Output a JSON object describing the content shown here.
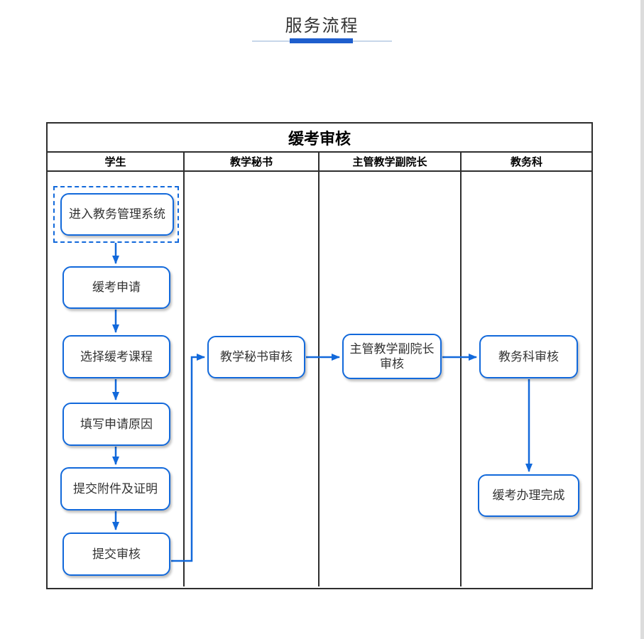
{
  "page": {
    "title": "服务流程"
  },
  "table": {
    "title": "缓考审核",
    "lanes": [
      {
        "label": "学生"
      },
      {
        "label": "教学秘书"
      },
      {
        "label": "主管教学副院长"
      },
      {
        "label": "教务科"
      }
    ]
  },
  "nodes": {
    "enter_system": "进入教务管理系统",
    "apply": "缓考申请",
    "select_course": "选择缓考课程",
    "fill_reason": "填写申请原因",
    "submit_attachments": "提交附件及证明",
    "submit_review": "提交审核",
    "secretary_review": "教学秘书审核",
    "vice_dean_review": "主管教学副院长审核",
    "academic_office_review": "教务科审核",
    "complete": "缓考办理完成"
  },
  "colors": {
    "accent": "#1269db",
    "underline_bar": "#1e5ecd",
    "underline_line": "#c7d6ea",
    "table_border": "#2e2e2e",
    "text": "#333333"
  }
}
